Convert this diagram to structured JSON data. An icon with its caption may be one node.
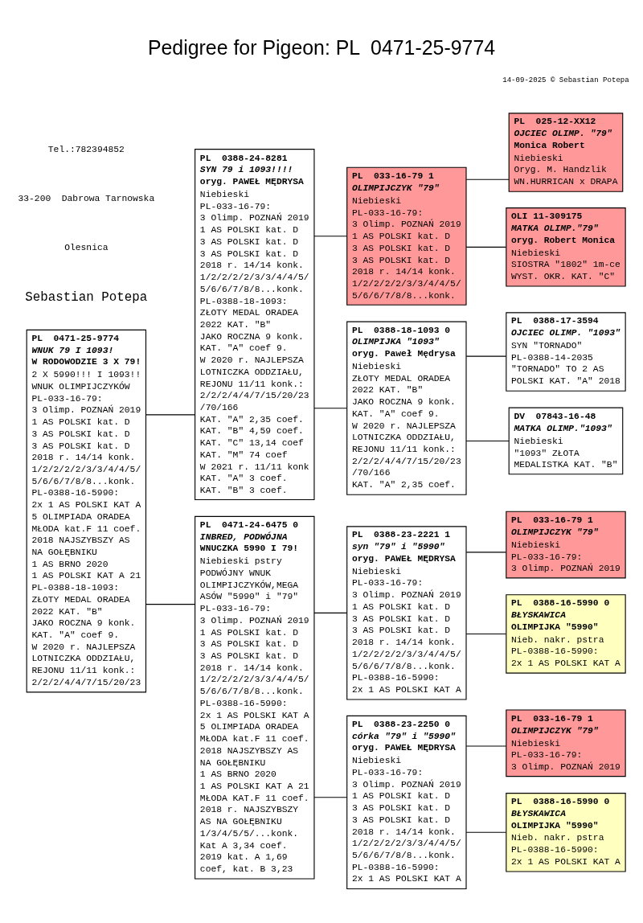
{
  "diagram": {
    "title": "Pedigree for Pigeon: PL  0471-25-9774",
    "nodes": [
      {
        "text": [
          "PL  0471-25-9774",
          "WNUK 79 I 1093!",
          "W RODOWODZIE 3 X 79!",
          "2 X 5990!!! I 1093!!",
          "WNUK OLIMPIJCZYKÓW",
          "PL-033-16-79:",
          "3 Olimp. POZNAŃ 2019",
          "1 AS POLSKI kat. D",
          "3 AS POLSKI kat. D",
          "3 AS POLSKI kat. D",
          "2018 r. 14/14 konk.",
          "1/2/2/2/2/3/3/4/4/5/",
          "5/6/6/7/8/8...konk.",
          "PL-0388-16-5990:",
          "2x 1 AS POLSKI KAT A",
          "5 OLIMPIADA ORADEA",
          "MŁODA kat.F 11 coef.",
          "2018 NAJSZYBSZY AS",
          "NA GOŁĘBNIKU",
          "1 AS BRNO 2020",
          "1 AS POLSKI KAT A 21",
          "PL-0388-18-1093:",
          "ZŁOTY MEDAL ORADEA",
          "2022 KAT. \"B\"",
          "JAKO ROCZNA 9 konk.",
          "KAT. \"A\" coef 9.",
          "W 2020 r. NAJLEPSZA",
          "LOTNICZKA ODDZIAŁU,",
          "REJONU 11/11 konk.:",
          "2/2/2/4/4/7/15/20/23"
        ]
      },
      {
        "text": [
          "PL  0388-24-8281",
          "SYN 79 i 1093!!!!",
          "oryg. PAWEŁ MĘDRYSA",
          "Niebieski",
          "PL-033-16-79:",
          "3 Olimp. POZNAŃ 2019",
          "1 AS POLSKI kat. D",
          "3 AS POLSKI kat. D",
          "3 AS POLSKI kat. D",
          "2018 r. 14/14 konk.",
          "1/2/2/2/2/3/3/4/4/5/",
          "5/6/6/7/8/8...konk.",
          "PL-0388-18-1093:",
          "ZŁOTY MEDAL ORADEA",
          "2022 KAT. \"B\"",
          "JAKO ROCZNA 9 konk.",
          "KAT. \"A\" coef 9.",
          "W 2020 r. NAJLEPSZA",
          "LOTNICZKA ODDZIAŁU,",
          "REJONU 11/11 konk.:",
          "2/2/2/4/4/7/15/20/23",
          "/70/166",
          "KAT. \"A\" 2,35 coef.",
          "KAT. \"B\" 4,59 coef.",
          "KAT. \"C\" 13,14 coef",
          "KAT. \"M\" 74 coef",
          "W 2021 r. 11/11 konk",
          "KAT. \"A\" 3 coef.",
          "KAT. \"B\" 3 coef."
        ]
      },
      {
        "text": [
          "PL  0471-24-6475 0",
          "INBRED, PODWÓJNA",
          "WNUCZKA 5990 I 79!",
          "Niebieski pstry",
          "PODWÓJNY WNUK",
          "OLIMPIJCZYKÓW,MEGA",
          "ASÓW \"5990\" i \"79\"",
          "PL-033-16-79:",
          "3 Olimp. POZNAŃ 2019",
          "1 AS POLSKI kat. D",
          "3 AS POLSKI kat. D",
          "3 AS POLSKI kat. D",
          "2018 r. 14/14 konk.",
          "1/2/2/2/2/3/3/4/4/5/",
          "5/6/6/7/8/8...konk.",
          "PL-0388-16-5990:",
          "2x 1 AS POLSKI KAT A",
          "5 OLIMPIADA ORADEA",
          "MŁODA kat.F 11 coef.",
          "2018 NAJSZYBSZY AS",
          "NA GOŁĘBNIKU",
          "1 AS BRNO 2020",
          "1 AS POLSKI KAT A 21",
          "MŁODA KAT.F 11 coef.",
          "2018 r. NAJSZYBSZY",
          "AS NA GOŁĘBNIKU",
          "1/3/4/5/5/...konk.",
          "Kat A 3,34 coef.",
          "2019 kat. A 1,69",
          "coef, kat. B 3,23"
        ]
      },
      {
        "text": [
          "PL  033-16-79 1",
          "OLIMPIJCZYK \"79\"",
          "Niebieski",
          "PL-033-16-79:",
          "3 Olimp. POZNAŃ 2019",
          "1 AS POLSKI kat. D",
          "3 AS POLSKI kat. D",
          "3 AS POLSKI kat. D",
          "2018 r. 14/14 konk.",
          "1/2/2/2/2/3/3/4/4/5/",
          "5/6/6/7/8/8...konk."
        ]
      },
      {
        "text": [
          "PL  0388-18-1093 0",
          "OLIMPIJKA \"1093\"",
          "oryg. Paweł Mędrysa",
          "Niebieski",
          "ZŁOTY MEDAL ORADEA",
          "2022 KAT. \"B\"",
          "JAKO ROCZNA 9 konk.",
          "KAT. \"A\" coef 9.",
          "W 2020 r. NAJLEPSZA",
          "LOTNICZKA ODDZIAŁU,",
          "REJONU 11/11 konk.:",
          "2/2/2/4/4/7/15/20/23",
          "/70/166",
          "KAT. \"A\" 2,35 coef."
        ]
      },
      {
        "text": [
          "PL  0388-23-2221 1",
          "syn \"79\" i \"5990\"",
          "oryg. PAWEŁ MĘDRYSA",
          "Niebieski",
          "PL-033-16-79:",
          "3 Olimp. POZNAŃ 2019",
          "1 AS POLSKI kat. D",
          "3 AS POLSKI kat. D",
          "3 AS POLSKI kat. D",
          "2018 r. 14/14 konk.",
          "1/2/2/2/2/3/3/4/4/5/",
          "5/6/6/7/8/8...konk.",
          "PL-0388-16-5990:",
          "2x 1 AS POLSKI KAT A"
        ]
      },
      {
        "text": [
          "PL  0388-23-2250 0",
          "córka \"79\" i \"5990\"",
          "oryg. PAWEŁ MĘDRYSA",
          "Niebieski",
          "PL-033-16-79:",
          "3 Olimp. POZNAŃ 2019",
          "1 AS POLSKI kat. D",
          "3 AS POLSKI kat. D",
          "3 AS POLSKI kat. D",
          "2018 r. 14/14 konk.",
          "1/2/2/2/2/3/3/4/4/5/",
          "5/6/6/7/8/8...konk.",
          "PL-0388-16-5990:",
          "2x 1 AS POLSKI KAT A"
        ]
      },
      {
        "text": [
          "PL  025-12-XX12",
          "OJCIEC OLIMP. \"79\"",
          "Monica Robert",
          "Niebieski",
          "Oryg. M. Handzlik",
          "WN.HURRICAN x DRAPA"
        ]
      },
      {
        "text": [
          "OLI 11-309175",
          "MATKA OLIMP.\"79\"",
          "oryg. Robert Monica",
          "Niebieski",
          "SIOSTRA \"1802\" 1m-ce",
          "WYST. OKR. KAT. \"C\""
        ]
      },
      {
        "text": [
          "PL  0388-17-3594",
          "OJCIEC OLIMP. \"1093\"",
          "SYN \"TORNADO\"",
          "PL-0388-14-2035",
          "\"TORNADO\" TO 2 AS",
          "POLSKI KAT. \"A\" 2018"
        ]
      },
      {
        "text": [
          "DV  07843-16-48",
          "MATKA OLIMP.\"1093\"",
          "Niebieski",
          "\"1093\" ZŁOTA",
          "MEDALISTKA KAT. \"B\""
        ]
      },
      {
        "text": [
          "PL  033-16-79 1",
          "OLIMPIJCZYK \"79\"",
          "Niebieski",
          "PL-033-16-79:",
          "3 Olimp. POZNAŃ 2019"
        ]
      },
      {
        "text": [
          "PL  0388-16-5990 0",
          "BŁYSKAWICA",
          "OLIMPIJKA \"5990\"",
          "Nieb. nakr. pstra",
          "PL-0388-16-5990:",
          "2x 1 AS POLSKI KAT A"
        ]
      },
      {
        "text": [
          "PL  033-16-79 1",
          "OLIMPIJCZYK \"79\"",
          "Niebieski",
          "PL-033-16-79:",
          "3 Olimp. POZNAŃ 2019"
        ]
      },
      {
        "text": [
          "PL  0388-16-5990 0",
          "BŁYSKAWICA",
          "OLIMPIJKA \"5990\"",
          "Nieb. nakr. pstra",
          "PL-0388-16-5990:",
          "2x 1 AS POLSKI KAT A"
        ]
      }
    ],
    "edges": [
      {
        "from": 0,
        "to": 1,
        "arrow": "none"
      },
      {
        "from": 0,
        "to": 2,
        "arrow": "none"
      },
      {
        "from": 1,
        "to": 3,
        "arrow": "none"
      },
      {
        "from": 1,
        "to": 4,
        "arrow": "none"
      },
      {
        "from": 2,
        "to": 5,
        "arrow": "none"
      },
      {
        "from": 2,
        "to": 6,
        "arrow": "none"
      },
      {
        "from": 3,
        "to": 7,
        "arrow": "none"
      },
      {
        "from": 3,
        "to": 8,
        "arrow": "none"
      },
      {
        "from": 4,
        "to": 9,
        "arrow": "none"
      },
      {
        "from": 4,
        "to": 10,
        "arrow": "none"
      },
      {
        "from": 5,
        "to": 11,
        "arrow": "none"
      },
      {
        "from": 5,
        "to": 12,
        "arrow": "none"
      },
      {
        "from": 6,
        "to": 13,
        "arrow": "none"
      },
      {
        "from": 6,
        "to": 14,
        "arrow": "none"
      }
    ],
    "labels": [
      "Sebastian Potepa",
      "Olesnica",
      "33-200  Dabrowa Tarnowska",
      "Tel.:782394852",
      "14-09-2025 © Sebastian Potepa"
    ]
  }
}
